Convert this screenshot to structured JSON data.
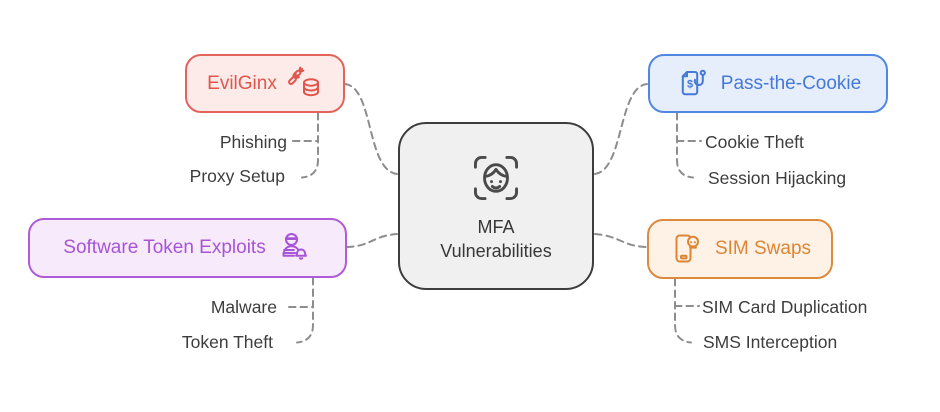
{
  "diagram": {
    "type": "mindmap",
    "title": "MFA Vulnerabilities"
  },
  "center": {
    "label_line1": "MFA",
    "label_line2": "Vulnerabilities",
    "icon": "face-scan-icon"
  },
  "branches": [
    {
      "id": "evilginx",
      "label": "EvilGinx",
      "icon": "bomb-database-icon",
      "accent": "#e0564c",
      "background": "#fcebe9",
      "children": [
        "Phishing",
        "Proxy Setup"
      ]
    },
    {
      "id": "software-token-exploits",
      "label": "Software Token Exploits",
      "icon": "spy-alert-icon",
      "accent": "#a854d6",
      "background": "#f7eafb",
      "children": [
        "Malware",
        "Token Theft"
      ]
    },
    {
      "id": "pass-the-cookie",
      "label": "Pass-the-Cookie",
      "icon": "document-hook-icon",
      "accent": "#4479d8",
      "background": "#e7eefb",
      "children": [
        "Cookie Theft",
        "Session Hijacking"
      ]
    },
    {
      "id": "sim-swaps",
      "label": "SIM Swaps",
      "icon": "phone-skull-icon",
      "accent": "#dd8534",
      "background": "#fdf2e5",
      "children": [
        "SIM Card Duplication",
        "SMS Interception"
      ]
    }
  ],
  "colors": {
    "center_border": "#3d3d3d",
    "center_fill": "#f0f0f0",
    "connector": "#8d8d8d",
    "subtopic_text": "#3d3d3d"
  }
}
